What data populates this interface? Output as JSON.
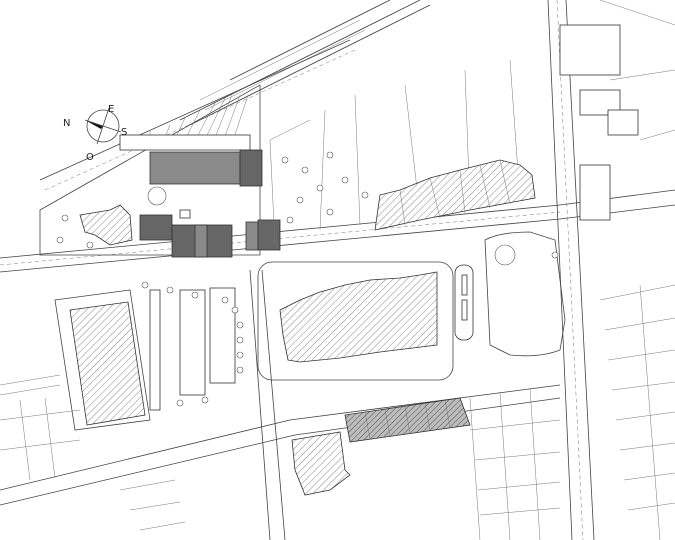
{
  "compass": {
    "north": "N",
    "south": "S",
    "east": "E",
    "west": "O"
  },
  "street_labels": {
    "upper_road": "",
    "lower_road": ""
  },
  "colors": {
    "hatched": "#333333",
    "dark_building": "#666666",
    "mid_building": "#8a8a8a",
    "line": "#444444"
  }
}
